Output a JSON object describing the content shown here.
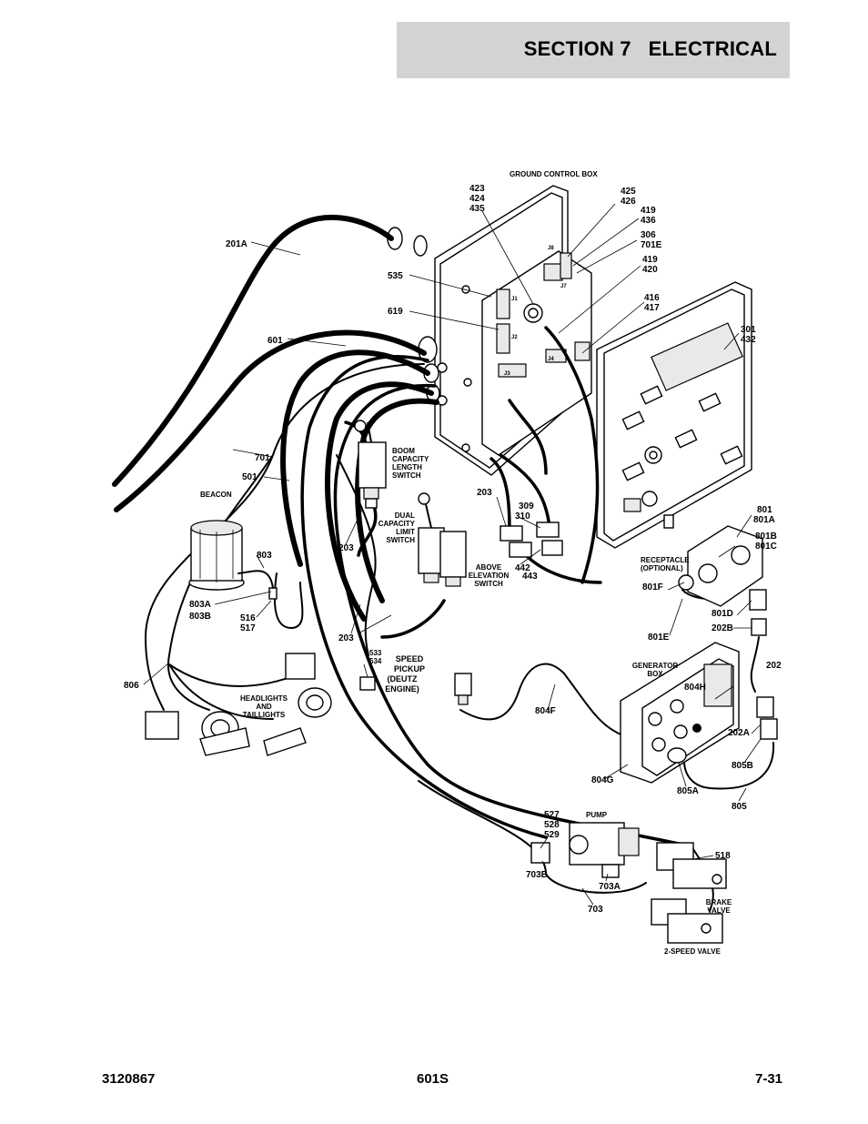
{
  "header": {
    "section_title": "SECTION 7   ELECTRICAL"
  },
  "components": {
    "ground_control_box": "GROUND CONTROL BOX",
    "beacon": "BEACON",
    "boom_switch": [
      "BOOM",
      "CAPACITY",
      "LENGTH",
      "SWITCH"
    ],
    "dual_switch": [
      "DUAL",
      "CAPACITY",
      "LIMIT",
      "SWITCH"
    ],
    "above_elevation_switch": [
      "ABOVE",
      "ELEVATION",
      "SWITCH"
    ],
    "receptacle": [
      "RECEPTACLE",
      "(OPTIONAL)"
    ],
    "generator_box": [
      "GENERATOR",
      "BOX"
    ],
    "speed_pickup": [
      "SPEED",
      "PICKUP",
      "(DEUTZ",
      "ENGINE)"
    ],
    "headlights": [
      "HEADLIGHTS",
      "AND",
      "TAILLIGHTS"
    ],
    "pump": "PUMP",
    "brake_valve": [
      "BRAKE",
      "VALVE"
    ],
    "two_speed_valve": "2-SPEED VALVE"
  },
  "connectors": {
    "j1": "J1",
    "j2": "J2",
    "j3": "J3",
    "j4": "J4",
    "j7": "J7",
    "j8": "J8"
  },
  "callouts": {
    "c423": "423",
    "c424": "424",
    "c435": "435",
    "c425": "425",
    "c426": "426",
    "c419a": "419",
    "c436": "436",
    "c306": "306",
    "c701E": "701E",
    "c419b": "419",
    "c420": "420",
    "c416": "416",
    "c417": "417",
    "c301": "301",
    "c432": "432",
    "c201A": "201A",
    "c535": "535",
    "c619": "619",
    "c601": "601",
    "c701": "701",
    "c501": "501",
    "c203a": "203",
    "c309": "309",
    "c310": "310",
    "c801": "801",
    "c801A": "801A",
    "c801B": "801B",
    "c801C": "801C",
    "c803": "803",
    "c803A": "803A",
    "c803B": "803B",
    "c516": "516",
    "c517": "517",
    "c203b": "203",
    "c442": "442",
    "c443": "443",
    "c801F": "801F",
    "c801D": "801D",
    "c801E": "801E",
    "c202B": "202B",
    "c203c": "203",
    "c533": "533",
    "c534": "534",
    "c806": "806",
    "c202": "202",
    "c804H": "804H",
    "c804F": "804F",
    "c202A": "202A",
    "c805B": "805B",
    "c804G": "804G",
    "c805A": "805A",
    "c805": "805",
    "c527": "527",
    "c528": "528",
    "c529": "529",
    "c518": "518",
    "c703B": "703B",
    "c703A": "703A",
    "c703": "703"
  },
  "footer": {
    "doc_number": "3120867",
    "model": "601S",
    "page": "7-31"
  }
}
